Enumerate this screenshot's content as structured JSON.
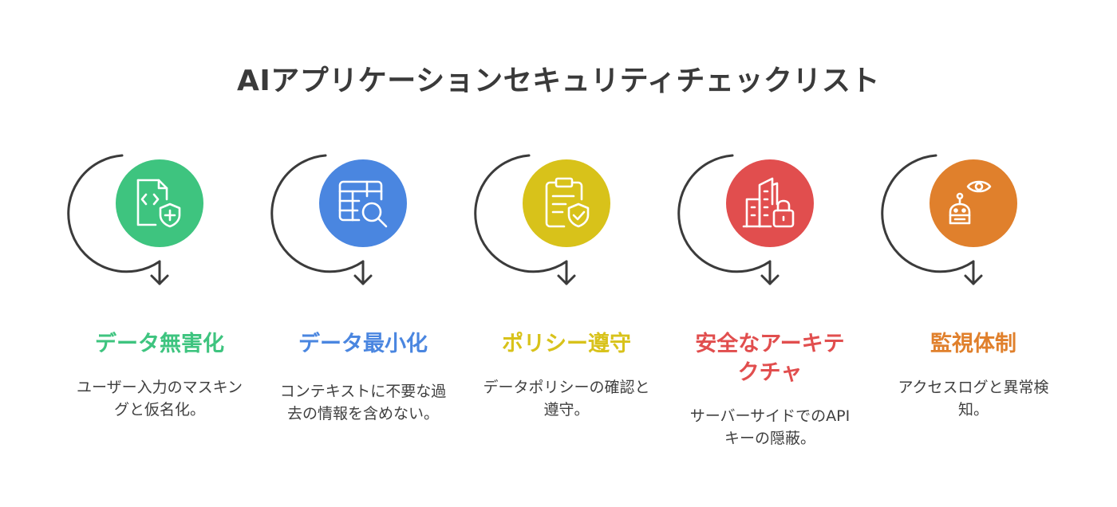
{
  "title": "AIアプリケーションセキュリティチェックリスト",
  "steps": [
    {
      "label": "データ無害化",
      "description": "ユーザー入力のマスキングと仮名化。",
      "color": "#3ec47f",
      "icon": "code-file-shield-plus-icon"
    },
    {
      "label": "データ最小化",
      "description": "コンテキストに不要な過去の情報を含めない。",
      "color": "#4a86e0",
      "icon": "table-search-icon"
    },
    {
      "label": "ポリシー遵守",
      "description": "データポリシーの確認と遵守。",
      "color": "#d8c21a",
      "icon": "clipboard-shield-check-icon"
    },
    {
      "label": "安全なアーキテクチャ",
      "description": "サーバーサイドでのAPIキーの隠蔽。",
      "color": "#e14e4e",
      "icon": "buildings-lock-icon"
    },
    {
      "label": "監視体制",
      "description": "アクセスログと異常検知。",
      "color": "#e0802c",
      "icon": "robot-eye-icon"
    }
  ]
}
